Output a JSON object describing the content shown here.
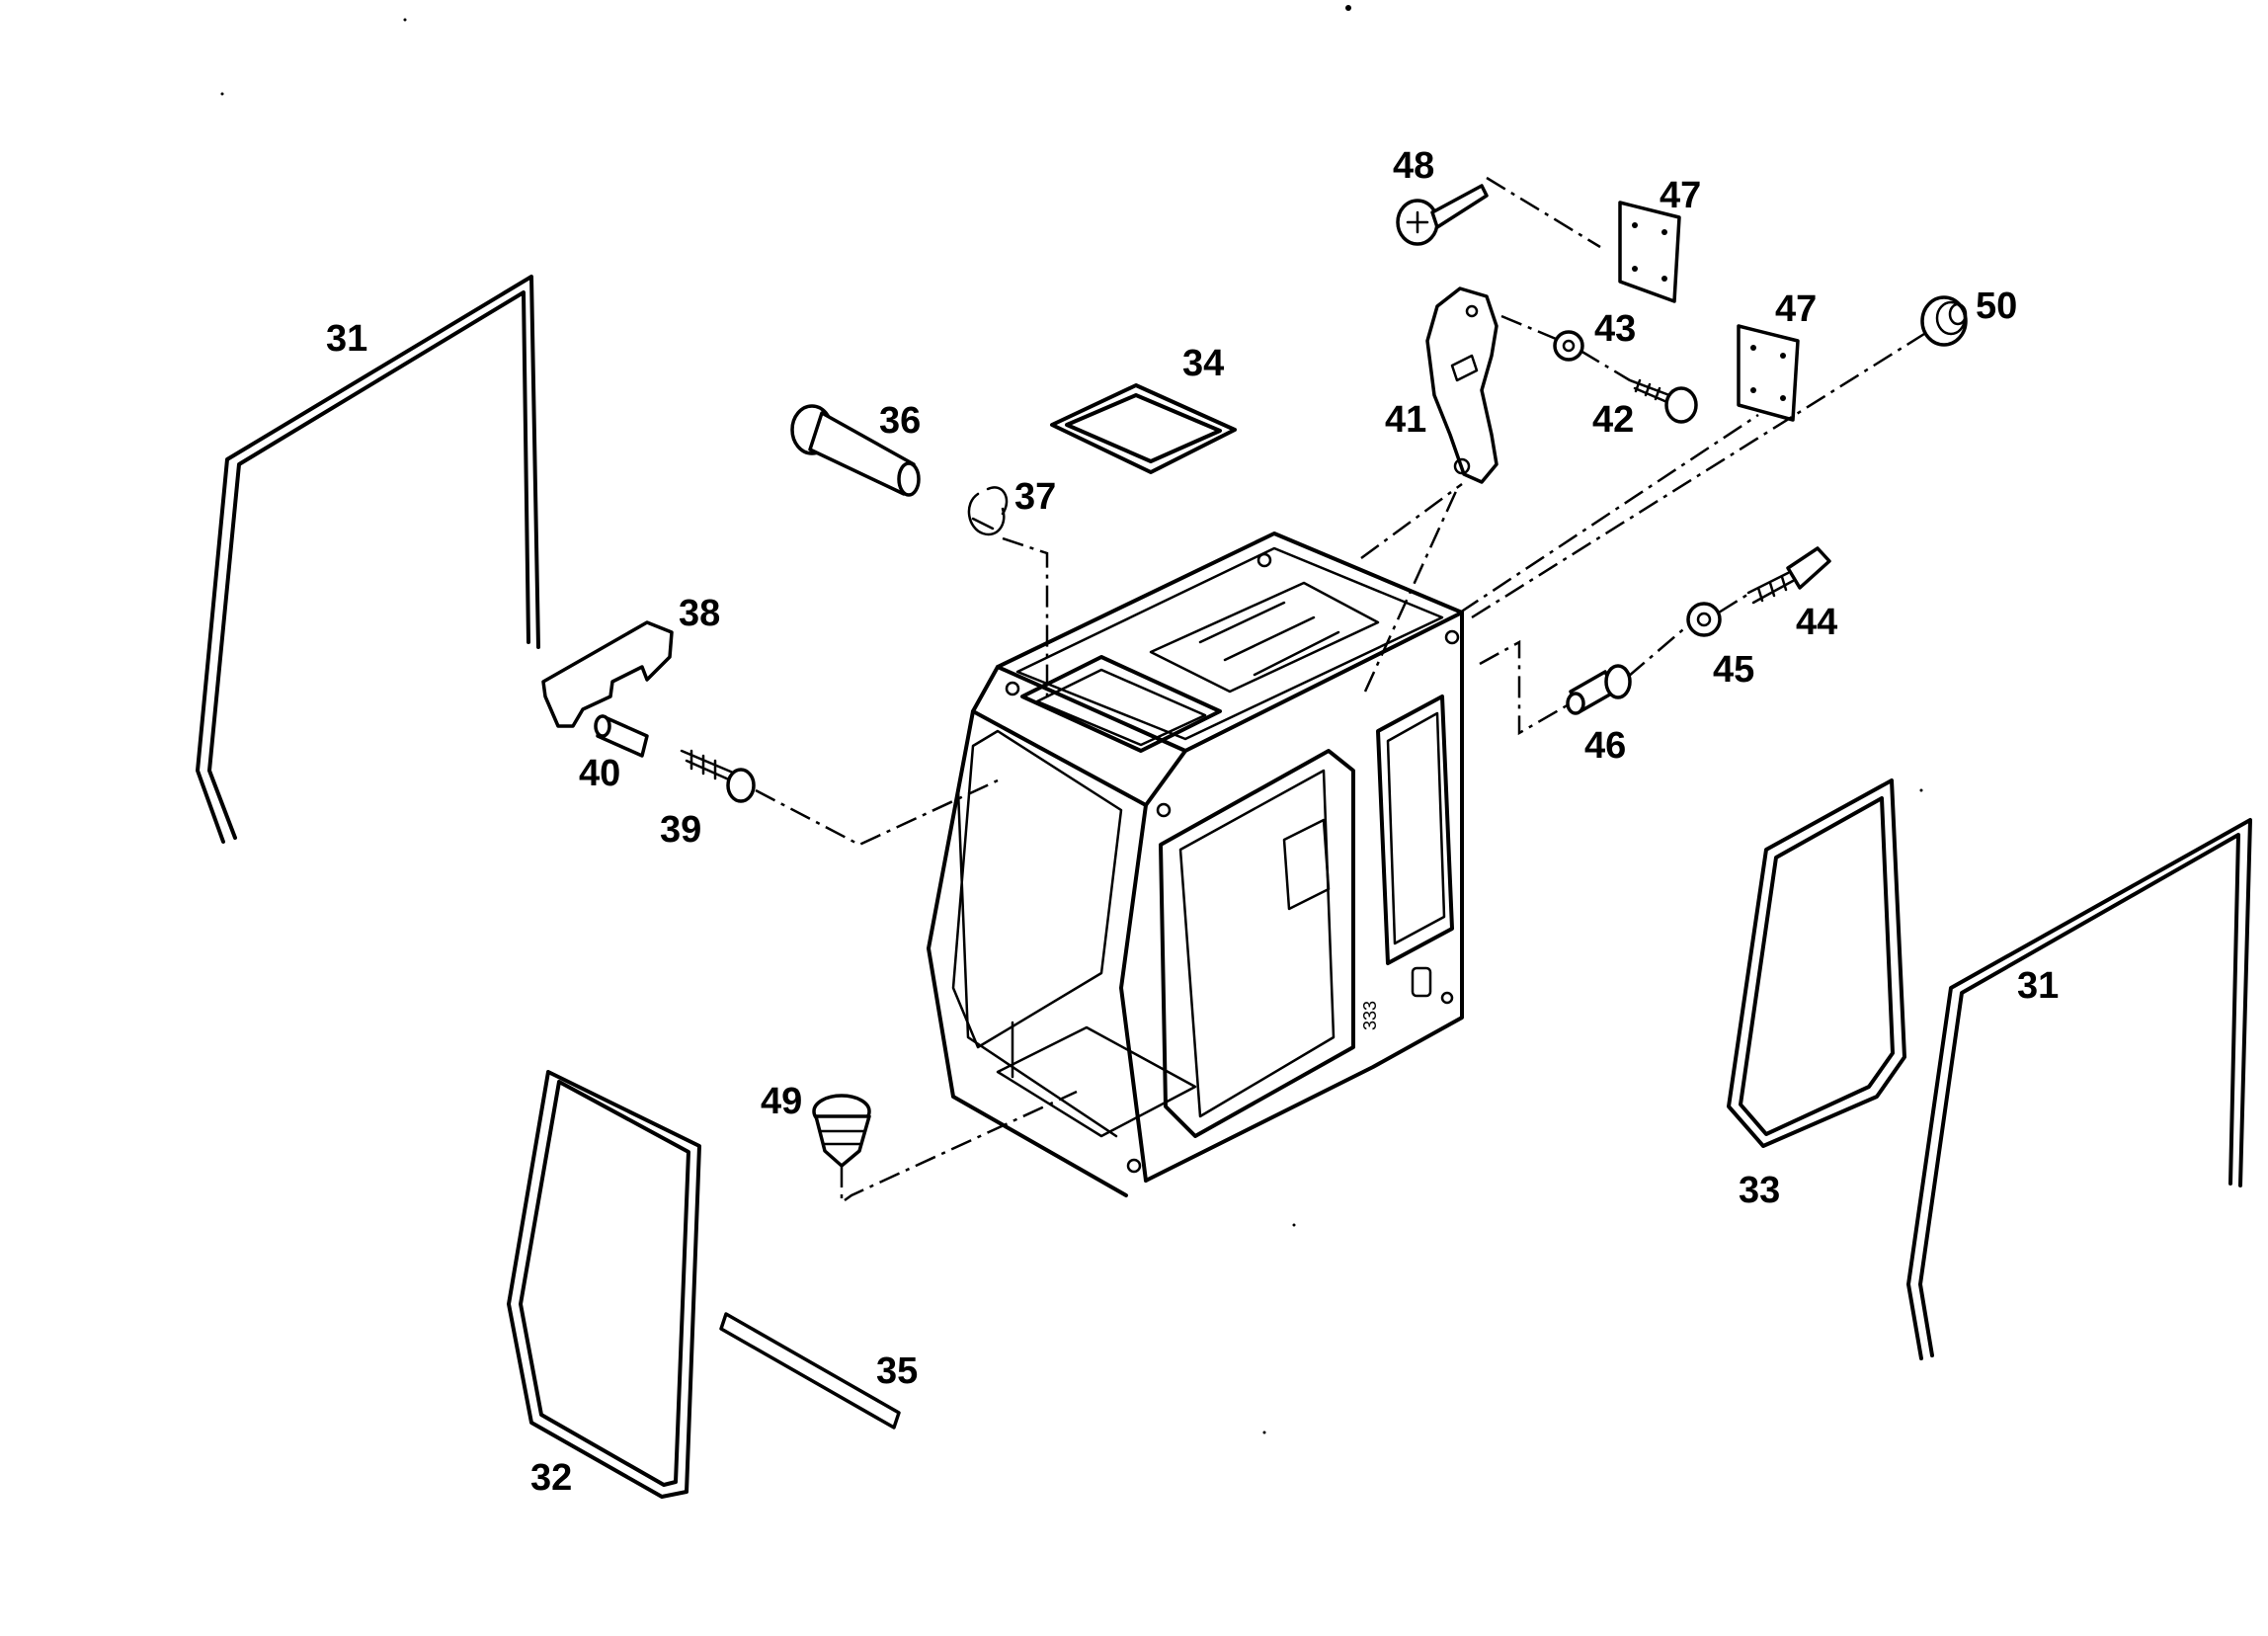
{
  "callouts": [
    {
      "id": "31a",
      "text": "31"
    },
    {
      "id": "31b",
      "text": "31"
    },
    {
      "id": "32",
      "text": "32"
    },
    {
      "id": "33",
      "text": "33"
    },
    {
      "id": "34",
      "text": "34"
    },
    {
      "id": "35",
      "text": "35"
    },
    {
      "id": "36",
      "text": "36"
    },
    {
      "id": "37",
      "text": "37"
    },
    {
      "id": "38",
      "text": "38"
    },
    {
      "id": "39",
      "text": "39"
    },
    {
      "id": "40",
      "text": "40"
    },
    {
      "id": "41",
      "text": "41"
    },
    {
      "id": "42",
      "text": "42"
    },
    {
      "id": "43",
      "text": "43"
    },
    {
      "id": "44",
      "text": "44"
    },
    {
      "id": "45",
      "text": "45"
    },
    {
      "id": "46",
      "text": "46"
    },
    {
      "id": "47a",
      "text": "47"
    },
    {
      "id": "47b",
      "text": "47"
    },
    {
      "id": "48",
      "text": "48"
    },
    {
      "id": "49",
      "text": "49"
    },
    {
      "id": "50",
      "text": "50"
    }
  ],
  "cab_marking": "333"
}
